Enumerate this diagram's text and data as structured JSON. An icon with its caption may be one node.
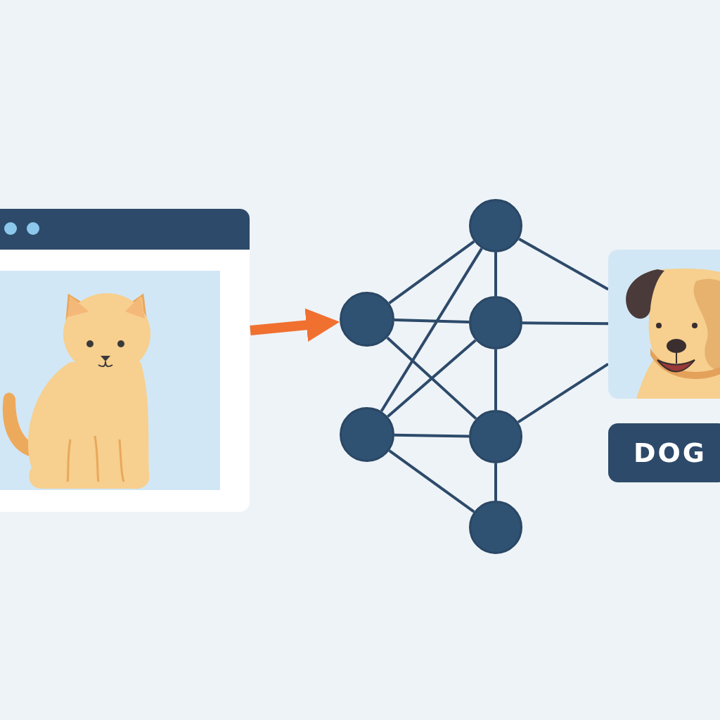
{
  "diagram": {
    "nodes": [
      {
        "text": [],
        "shape": "picture"
      },
      {
        "text": [],
        "shape": "circle"
      },
      {
        "text": [],
        "shape": "circle"
      },
      {
        "text": [],
        "shape": "circle"
      },
      {
        "text": [],
        "shape": "circle"
      },
      {
        "text": [],
        "shape": "circle"
      },
      {
        "text": [],
        "shape": "circle"
      },
      {
        "text": [],
        "shape": "picture"
      },
      {
        "text": [
          "DOG"
        ]
      }
    ],
    "edges": [
      {
        "from": 0,
        "to": 2,
        "arrow": "to",
        "style": "thick",
        "color": "#f07030"
      },
      {
        "from": 1,
        "to": 2,
        "arrow": "none"
      },
      {
        "from": 1,
        "to": 4,
        "arrow": "none"
      },
      {
        "from": 1,
        "to": 3,
        "arrow": "none"
      },
      {
        "from": 1,
        "to": 7,
        "arrow": "none"
      },
      {
        "from": 2,
        "to": 3,
        "arrow": "none"
      },
      {
        "from": 2,
        "to": 5,
        "arrow": "none"
      },
      {
        "from": 3,
        "to": 4,
        "arrow": "none"
      },
      {
        "from": 3,
        "to": 5,
        "arrow": "none"
      },
      {
        "from": 3,
        "to": 7,
        "arrow": "none"
      },
      {
        "from": 4,
        "to": 5,
        "arrow": "none"
      },
      {
        "from": 4,
        "to": 6,
        "arrow": "none"
      },
      {
        "from": 5,
        "to": 6,
        "arrow": "none"
      },
      {
        "from": 5,
        "to": 7,
        "arrow": "none"
      }
    ]
  }
}
